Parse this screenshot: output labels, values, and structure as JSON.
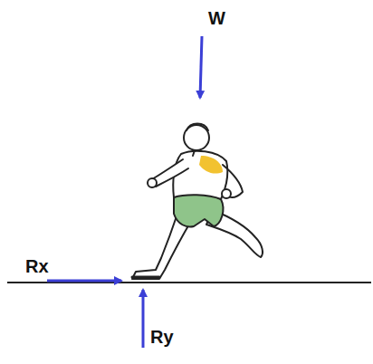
{
  "diagram": {
    "labels": [
      "W",
      "Rx",
      "Ry"
    ]
  }
}
